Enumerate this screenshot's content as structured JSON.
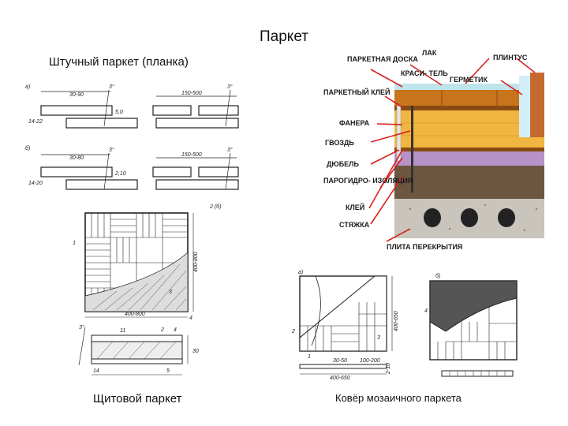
{
  "title": "Паркет",
  "captions": {
    "strip": "Штучный паркет (планка)",
    "panel": "Щитовой паркет",
    "mosaic": "Ковёр мозаичного паркета"
  },
  "strip_annotations": {
    "a": "а)",
    "b": "б)",
    "a_width": "30-90",
    "a_length": "150-500",
    "a_angle1": "3°",
    "a_angle2": "3°",
    "a_thick": "5,0",
    "a_side": "14-22",
    "b_width": "30-80",
    "b_length": "150-500",
    "b_angle1": "3°",
    "b_angle2": "3°",
    "b_thick": "2,10",
    "b_side": "14-20",
    "ref": "2 (б)"
  },
  "panel_annotations": {
    "n1": "1",
    "n2": "2",
    "n3": "3",
    "n4": "4",
    "n5": "5",
    "n11": "11",
    "n14": "14",
    "size_v": "400-800",
    "size_h": "400-800",
    "thick": "30",
    "angle": "3°"
  },
  "mosaic_annotations": {
    "a": "а)",
    "b": "б)",
    "n1": "1",
    "n2": "2",
    "n3": "3",
    "n4": "4",
    "size_a": "400-650",
    "size_h": "400-650",
    "dim1": "30-50",
    "dim2": "100-200",
    "thick": "2-10"
  },
  "layers": {
    "parquet_board": "ПАРКЕТНАЯ ДОСКА",
    "lacquer": "ЛАК",
    "baseboard": "ПЛИНТУС",
    "paint": "КРАСИ- ТЕЛЬ",
    "sealant": "ГЕРМЕТИК",
    "glue1": "ПАРКЕТНЫЙ КЛЕЙ",
    "plywood": "ФАНЕРА",
    "nail": "ГВОЗДЬ",
    "dowel": "ДЮБЕЛЬ",
    "vapor": "ПАРОГИДРО- ИЗОЛЯЦИЯ",
    "glue2": "КЛЕЙ",
    "screed": "СТЯЖКА",
    "slab": "ПЛИТА ПЕРЕКРЫТИЯ"
  },
  "colors": {
    "lacquer": "#bfe4ec",
    "parquet": "#c8741d",
    "glue": "#8a4b12",
    "plywood": "#f1b640",
    "vapor": "#b792c9",
    "screed": "#6c5640",
    "slab": "#c9c4bc",
    "baseboard": "#c46a2e",
    "sealant": "#d3eef8",
    "arrow": "#d7201f"
  }
}
